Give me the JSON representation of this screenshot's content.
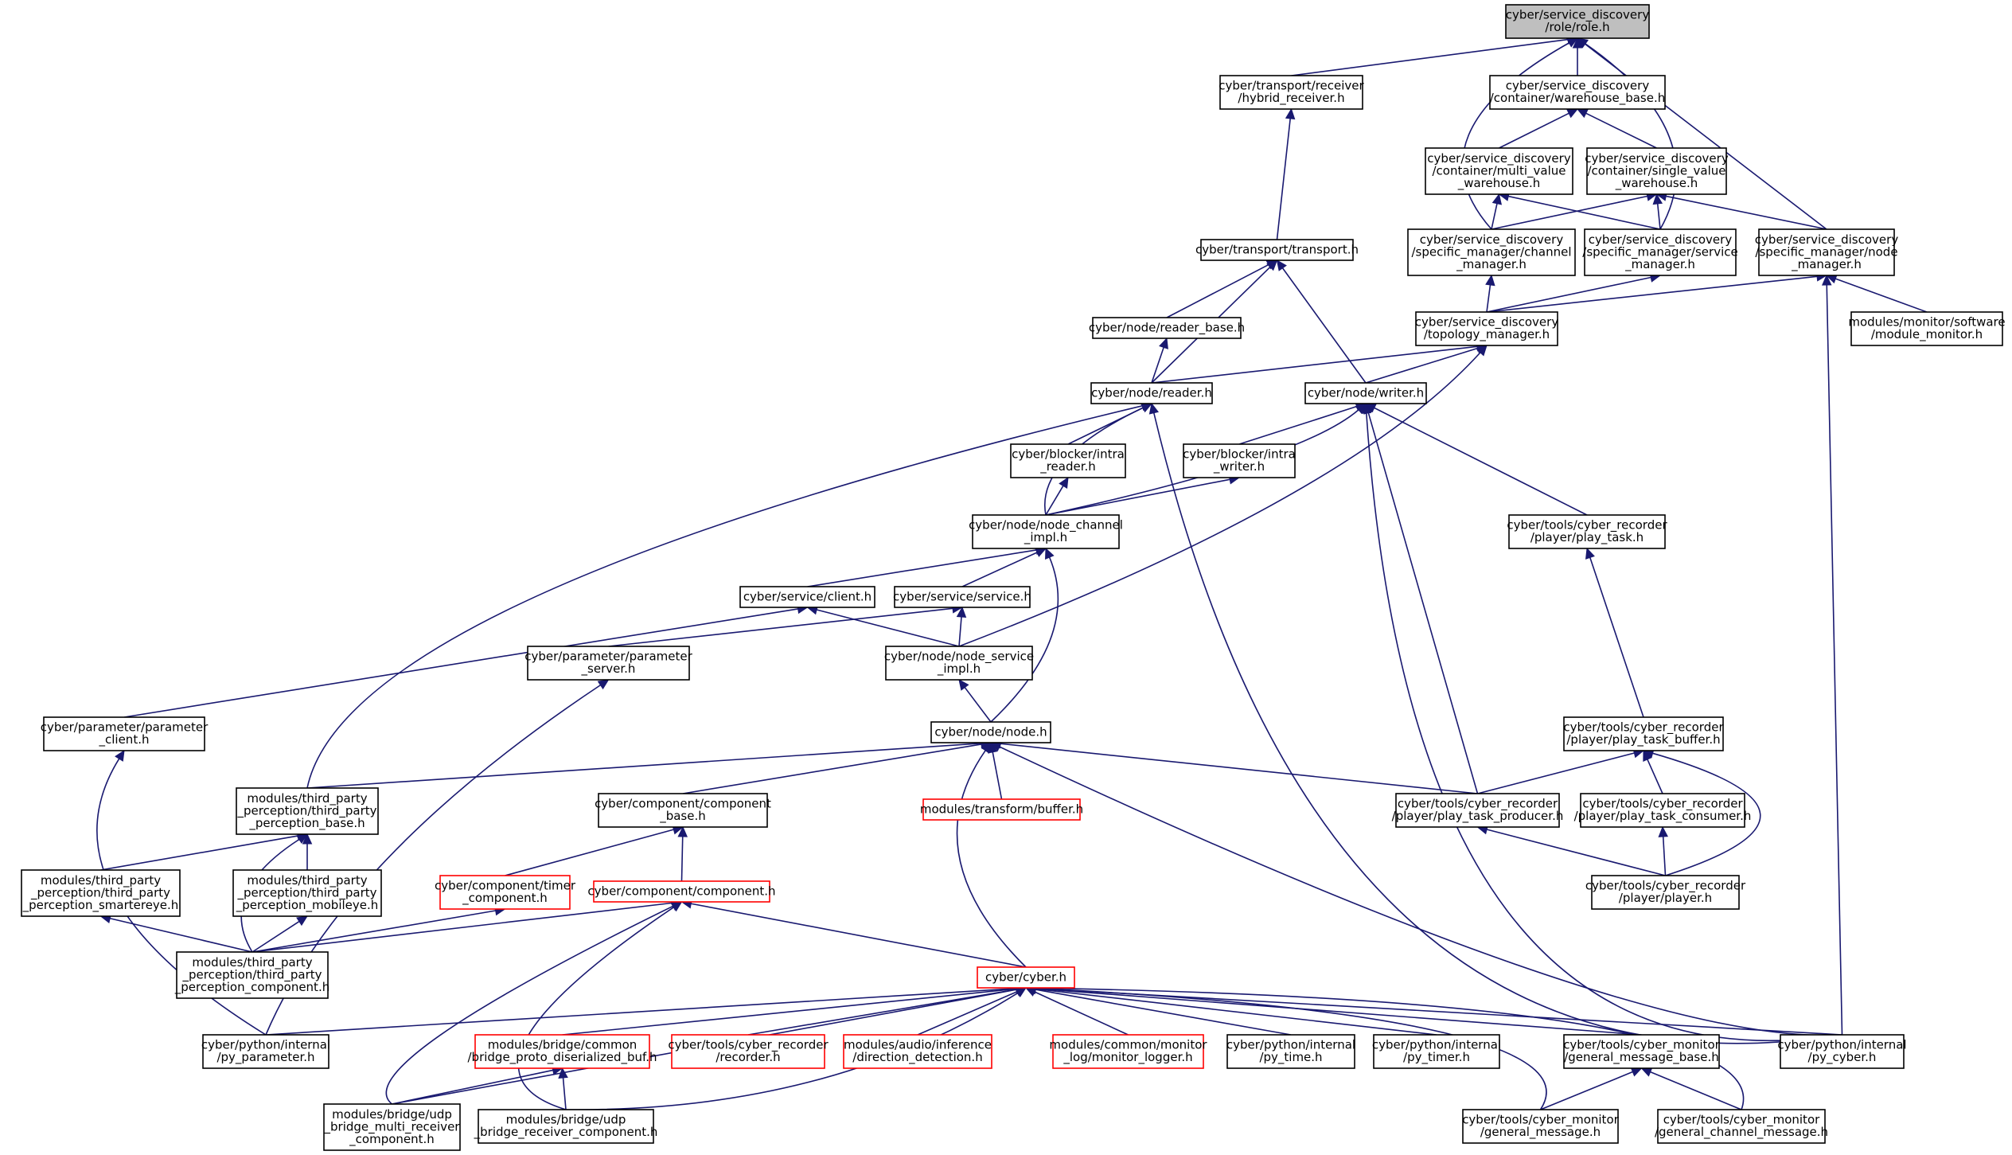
{
  "diagram": {
    "root": "role",
    "nodes": [
      {
        "id": "role",
        "label": [
          "cyber/service_discovery",
          "/role/role.h"
        ],
        "style": "root"
      },
      {
        "id": "hybrid_receiver",
        "label": [
          "cyber/transport/receiver",
          "/hybrid_receiver.h"
        ],
        "style": "normal"
      },
      {
        "id": "warehouse_base",
        "label": [
          "cyber/service_discovery",
          "/container/warehouse_base.h"
        ],
        "style": "normal"
      },
      {
        "id": "multi_value",
        "label": [
          "cyber/service_discovery",
          "/container/multi_value",
          "_warehouse.h"
        ],
        "style": "normal"
      },
      {
        "id": "single_value",
        "label": [
          "cyber/service_discovery",
          "/container/single_value",
          "_warehouse.h"
        ],
        "style": "normal"
      },
      {
        "id": "transport",
        "label": [
          "cyber/transport/transport.h"
        ],
        "style": "normal"
      },
      {
        "id": "channel_manager",
        "label": [
          "cyber/service_discovery",
          "/specific_manager/channel",
          "_manager.h"
        ],
        "style": "normal"
      },
      {
        "id": "service_manager",
        "label": [
          "cyber/service_discovery",
          "/specific_manager/service",
          "_manager.h"
        ],
        "style": "normal"
      },
      {
        "id": "node_manager",
        "label": [
          "cyber/service_discovery",
          "/specific_manager/node",
          "_manager.h"
        ],
        "style": "normal"
      },
      {
        "id": "reader_base",
        "label": [
          "cyber/node/reader_base.h"
        ],
        "style": "normal"
      },
      {
        "id": "topology_manager",
        "label": [
          "cyber/service_discovery",
          "/topology_manager.h"
        ],
        "style": "normal"
      },
      {
        "id": "module_monitor",
        "label": [
          "modules/monitor/software",
          "/module_monitor.h"
        ],
        "style": "normal"
      },
      {
        "id": "reader",
        "label": [
          "cyber/node/reader.h"
        ],
        "style": "normal"
      },
      {
        "id": "writer",
        "label": [
          "cyber/node/writer.h"
        ],
        "style": "normal"
      },
      {
        "id": "intra_reader",
        "label": [
          "cyber/blocker/intra",
          "_reader.h"
        ],
        "style": "normal"
      },
      {
        "id": "intra_writer",
        "label": [
          "cyber/blocker/intra",
          "_writer.h"
        ],
        "style": "normal"
      },
      {
        "id": "node_channel_impl",
        "label": [
          "cyber/node/node_channel",
          "_impl.h"
        ],
        "style": "normal"
      },
      {
        "id": "play_task",
        "label": [
          "cyber/tools/cyber_recorder",
          "/player/play_task.h"
        ],
        "style": "normal"
      },
      {
        "id": "client",
        "label": [
          "cyber/service/client.h"
        ],
        "style": "normal"
      },
      {
        "id": "service",
        "label": [
          "cyber/service/service.h"
        ],
        "style": "normal"
      },
      {
        "id": "parameter_server",
        "label": [
          "cyber/parameter/parameter",
          "_server.h"
        ],
        "style": "normal"
      },
      {
        "id": "node_service_impl",
        "label": [
          "cyber/node/node_service",
          "_impl.h"
        ],
        "style": "normal"
      },
      {
        "id": "parameter_client",
        "label": [
          "cyber/parameter/parameter",
          "_client.h"
        ],
        "style": "normal"
      },
      {
        "id": "node",
        "label": [
          "cyber/node/node.h"
        ],
        "style": "normal"
      },
      {
        "id": "play_task_buffer",
        "label": [
          "cyber/tools/cyber_recorder",
          "/player/play_task_buffer.h"
        ],
        "style": "normal"
      },
      {
        "id": "tpp_base",
        "label": [
          "modules/third_party",
          "_perception/third_party",
          "_perception_base.h"
        ],
        "style": "normal"
      },
      {
        "id": "component_base",
        "label": [
          "cyber/component/component",
          "_base.h"
        ],
        "style": "normal"
      },
      {
        "id": "transform_buffer",
        "label": [
          "modules/transform/buffer.h"
        ],
        "style": "red"
      },
      {
        "id": "play_task_producer",
        "label": [
          "cyber/tools/cyber_recorder",
          "/player/play_task_producer.h"
        ],
        "style": "normal"
      },
      {
        "id": "play_task_consumer",
        "label": [
          "cyber/tools/cyber_recorder",
          "/player/play_task_consumer.h"
        ],
        "style": "normal"
      },
      {
        "id": "tpp_smartereye",
        "label": [
          "modules/third_party",
          "_perception/third_party",
          "_perception_smartereye.h"
        ],
        "style": "normal"
      },
      {
        "id": "tpp_mobileye",
        "label": [
          "modules/third_party",
          "_perception/third_party",
          "_perception_mobileye.h"
        ],
        "style": "normal"
      },
      {
        "id": "timer_component",
        "label": [
          "cyber/component/timer",
          "_component.h"
        ],
        "style": "red"
      },
      {
        "id": "component",
        "label": [
          "cyber/component/component.h"
        ],
        "style": "red"
      },
      {
        "id": "player",
        "label": [
          "cyber/tools/cyber_recorder",
          "/player/player.h"
        ],
        "style": "normal"
      },
      {
        "id": "tpp_component",
        "label": [
          "modules/third_party",
          "_perception/third_party",
          "_perception_component.h"
        ],
        "style": "normal"
      },
      {
        "id": "cyber",
        "label": [
          "cyber/cyber.h"
        ],
        "style": "red"
      },
      {
        "id": "py_parameter",
        "label": [
          "cyber/python/internal",
          "/py_parameter.h"
        ],
        "style": "normal"
      },
      {
        "id": "bridge_buf",
        "label": [
          "modules/bridge/common",
          "/bridge_proto_diserialized_buf.h"
        ],
        "style": "red"
      },
      {
        "id": "recorder",
        "label": [
          "cyber/tools/cyber_recorder",
          "/recorder.h"
        ],
        "style": "red"
      },
      {
        "id": "direction_detection",
        "label": [
          "modules/audio/inference",
          "/direction_detection.h"
        ],
        "style": "red"
      },
      {
        "id": "monitor_logger",
        "label": [
          "modules/common/monitor",
          "_log/monitor_logger.h"
        ],
        "style": "red"
      },
      {
        "id": "py_time",
        "label": [
          "cyber/python/internal",
          "/py_time.h"
        ],
        "style": "normal"
      },
      {
        "id": "py_timer",
        "label": [
          "cyber/python/internal",
          "/py_timer.h"
        ],
        "style": "normal"
      },
      {
        "id": "general_message_base",
        "label": [
          "cyber/tools/cyber_monitor",
          "/general_message_base.h"
        ],
        "style": "normal"
      },
      {
        "id": "py_cyber",
        "label": [
          "cyber/python/internal",
          "/py_cyber.h"
        ],
        "style": "normal"
      },
      {
        "id": "bridge_multi",
        "label": [
          "modules/bridge/udp",
          "_bridge_multi_receiver",
          "_component.h"
        ],
        "style": "normal"
      },
      {
        "id": "bridge_receiver",
        "label": [
          "modules/bridge/udp",
          "_bridge_receiver_component.h"
        ],
        "style": "normal"
      },
      {
        "id": "general_message",
        "label": [
          "cyber/tools/cyber_monitor",
          "/general_message.h"
        ],
        "style": "normal"
      },
      {
        "id": "general_channel_message",
        "label": [
          "cyber/tools/cyber_monitor",
          "/general_channel_message.h"
        ],
        "style": "normal"
      }
    ],
    "edges": [
      [
        "role",
        "hybrid_receiver"
      ],
      [
        "role",
        "warehouse_base"
      ],
      [
        "role",
        "channel_manager"
      ],
      [
        "role",
        "service_manager"
      ],
      [
        "role",
        "node_manager"
      ],
      [
        "hybrid_receiver",
        "transport"
      ],
      [
        "warehouse_base",
        "multi_value"
      ],
      [
        "warehouse_base",
        "single_value"
      ],
      [
        "multi_value",
        "channel_manager"
      ],
      [
        "multi_value",
        "service_manager"
      ],
      [
        "single_value",
        "channel_manager"
      ],
      [
        "single_value",
        "service_manager"
      ],
      [
        "single_value",
        "node_manager"
      ],
      [
        "transport",
        "reader_base"
      ],
      [
        "transport",
        "reader"
      ],
      [
        "transport",
        "writer"
      ],
      [
        "channel_manager",
        "topology_manager"
      ],
      [
        "service_manager",
        "topology_manager"
      ],
      [
        "node_manager",
        "topology_manager"
      ],
      [
        "node_manager",
        "module_monitor"
      ],
      [
        "node_manager",
        "py_cyber"
      ],
      [
        "reader_base",
        "reader"
      ],
      [
        "topology_manager",
        "reader"
      ],
      [
        "topology_manager",
        "writer"
      ],
      [
        "topology_manager",
        "node_service_impl"
      ],
      [
        "reader",
        "intra_reader"
      ],
      [
        "reader",
        "node_channel_impl"
      ],
      [
        "reader",
        "tpp_base"
      ],
      [
        "reader",
        "py_cyber"
      ],
      [
        "writer",
        "intra_writer"
      ],
      [
        "writer",
        "node_channel_impl"
      ],
      [
        "writer",
        "play_task"
      ],
      [
        "writer",
        "play_task_producer"
      ],
      [
        "writer",
        "py_cyber"
      ],
      [
        "intra_reader",
        "node_channel_impl"
      ],
      [
        "intra_writer",
        "node_channel_impl"
      ],
      [
        "node_channel_impl",
        "client"
      ],
      [
        "node_channel_impl",
        "service"
      ],
      [
        "node_channel_impl",
        "node"
      ],
      [
        "play_task",
        "play_task_buffer"
      ],
      [
        "client",
        "node_service_impl"
      ],
      [
        "client",
        "parameter_client"
      ],
      [
        "service",
        "node_service_impl"
      ],
      [
        "service",
        "parameter_server"
      ],
      [
        "parameter_server",
        "py_parameter"
      ],
      [
        "node_service_impl",
        "node"
      ],
      [
        "parameter_client",
        "py_parameter"
      ],
      [
        "node",
        "tpp_base"
      ],
      [
        "node",
        "component_base"
      ],
      [
        "node",
        "transform_buffer"
      ],
      [
        "node",
        "play_task_producer"
      ],
      [
        "node",
        "cyber"
      ],
      [
        "node",
        "py_cyber"
      ],
      [
        "play_task_buffer",
        "play_task_producer"
      ],
      [
        "play_task_buffer",
        "play_task_consumer"
      ],
      [
        "play_task_buffer",
        "player"
      ],
      [
        "tpp_base",
        "tpp_smartereye"
      ],
      [
        "tpp_base",
        "tpp_mobileye"
      ],
      [
        "tpp_base",
        "tpp_component"
      ],
      [
        "component_base",
        "timer_component"
      ],
      [
        "component_base",
        "component"
      ],
      [
        "play_task_producer",
        "player"
      ],
      [
        "play_task_consumer",
        "player"
      ],
      [
        "tpp_smartereye",
        "tpp_component"
      ],
      [
        "tpp_mobileye",
        "tpp_component"
      ],
      [
        "timer_component",
        "tpp_component"
      ],
      [
        "component",
        "tpp_component"
      ],
      [
        "component",
        "cyber"
      ],
      [
        "component",
        "bridge_multi"
      ],
      [
        "component",
        "bridge_receiver"
      ],
      [
        "cyber",
        "py_parameter"
      ],
      [
        "cyber",
        "bridge_buf"
      ],
      [
        "cyber",
        "recorder"
      ],
      [
        "cyber",
        "direction_detection"
      ],
      [
        "cyber",
        "monitor_logger"
      ],
      [
        "cyber",
        "py_time"
      ],
      [
        "cyber",
        "py_timer"
      ],
      [
        "cyber",
        "general_message_base"
      ],
      [
        "cyber",
        "py_cyber"
      ],
      [
        "cyber",
        "bridge_multi"
      ],
      [
        "cyber",
        "bridge_receiver"
      ],
      [
        "cyber",
        "general_message"
      ],
      [
        "cyber",
        "general_channel_message"
      ],
      [
        "bridge_buf",
        "bridge_multi"
      ],
      [
        "bridge_buf",
        "bridge_receiver"
      ],
      [
        "general_message_base",
        "general_message"
      ],
      [
        "general_message_base",
        "general_channel_message"
      ]
    ]
  }
}
